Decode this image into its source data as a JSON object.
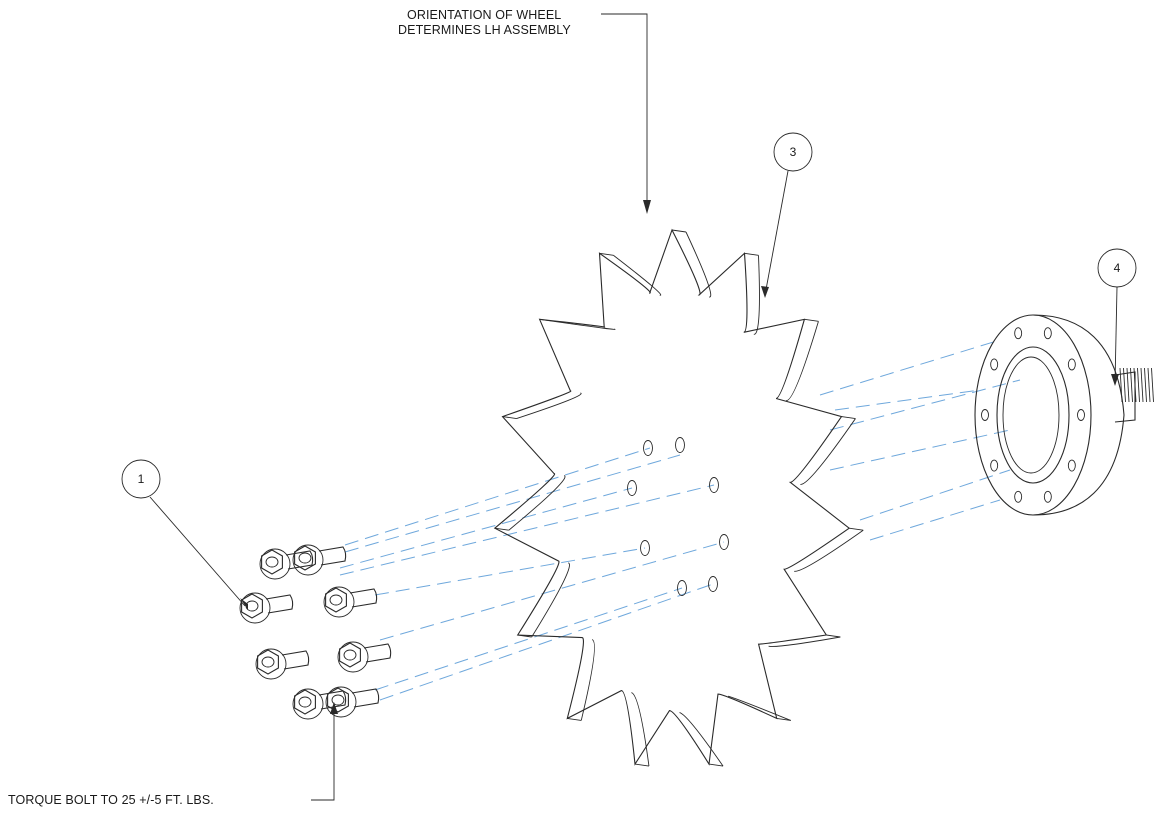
{
  "notes": {
    "orientation_line1": "ORIENTATION OF WHEEL",
    "orientation_line2": "DETERMINES LH ASSEMBLY",
    "torque": "TORQUE BOLT TO 25 +/-5 FT. LBS."
  },
  "callouts": {
    "bolt": "1",
    "wheel": "3",
    "hub": "4"
  },
  "colors": {
    "ink": "#2a2a2a",
    "centerline": "#6fa8dc"
  },
  "icons": {
    "bolt": "flange-bolt-icon",
    "wheel": "toothed-wheel-icon",
    "hub": "hub-spindle-icon"
  }
}
